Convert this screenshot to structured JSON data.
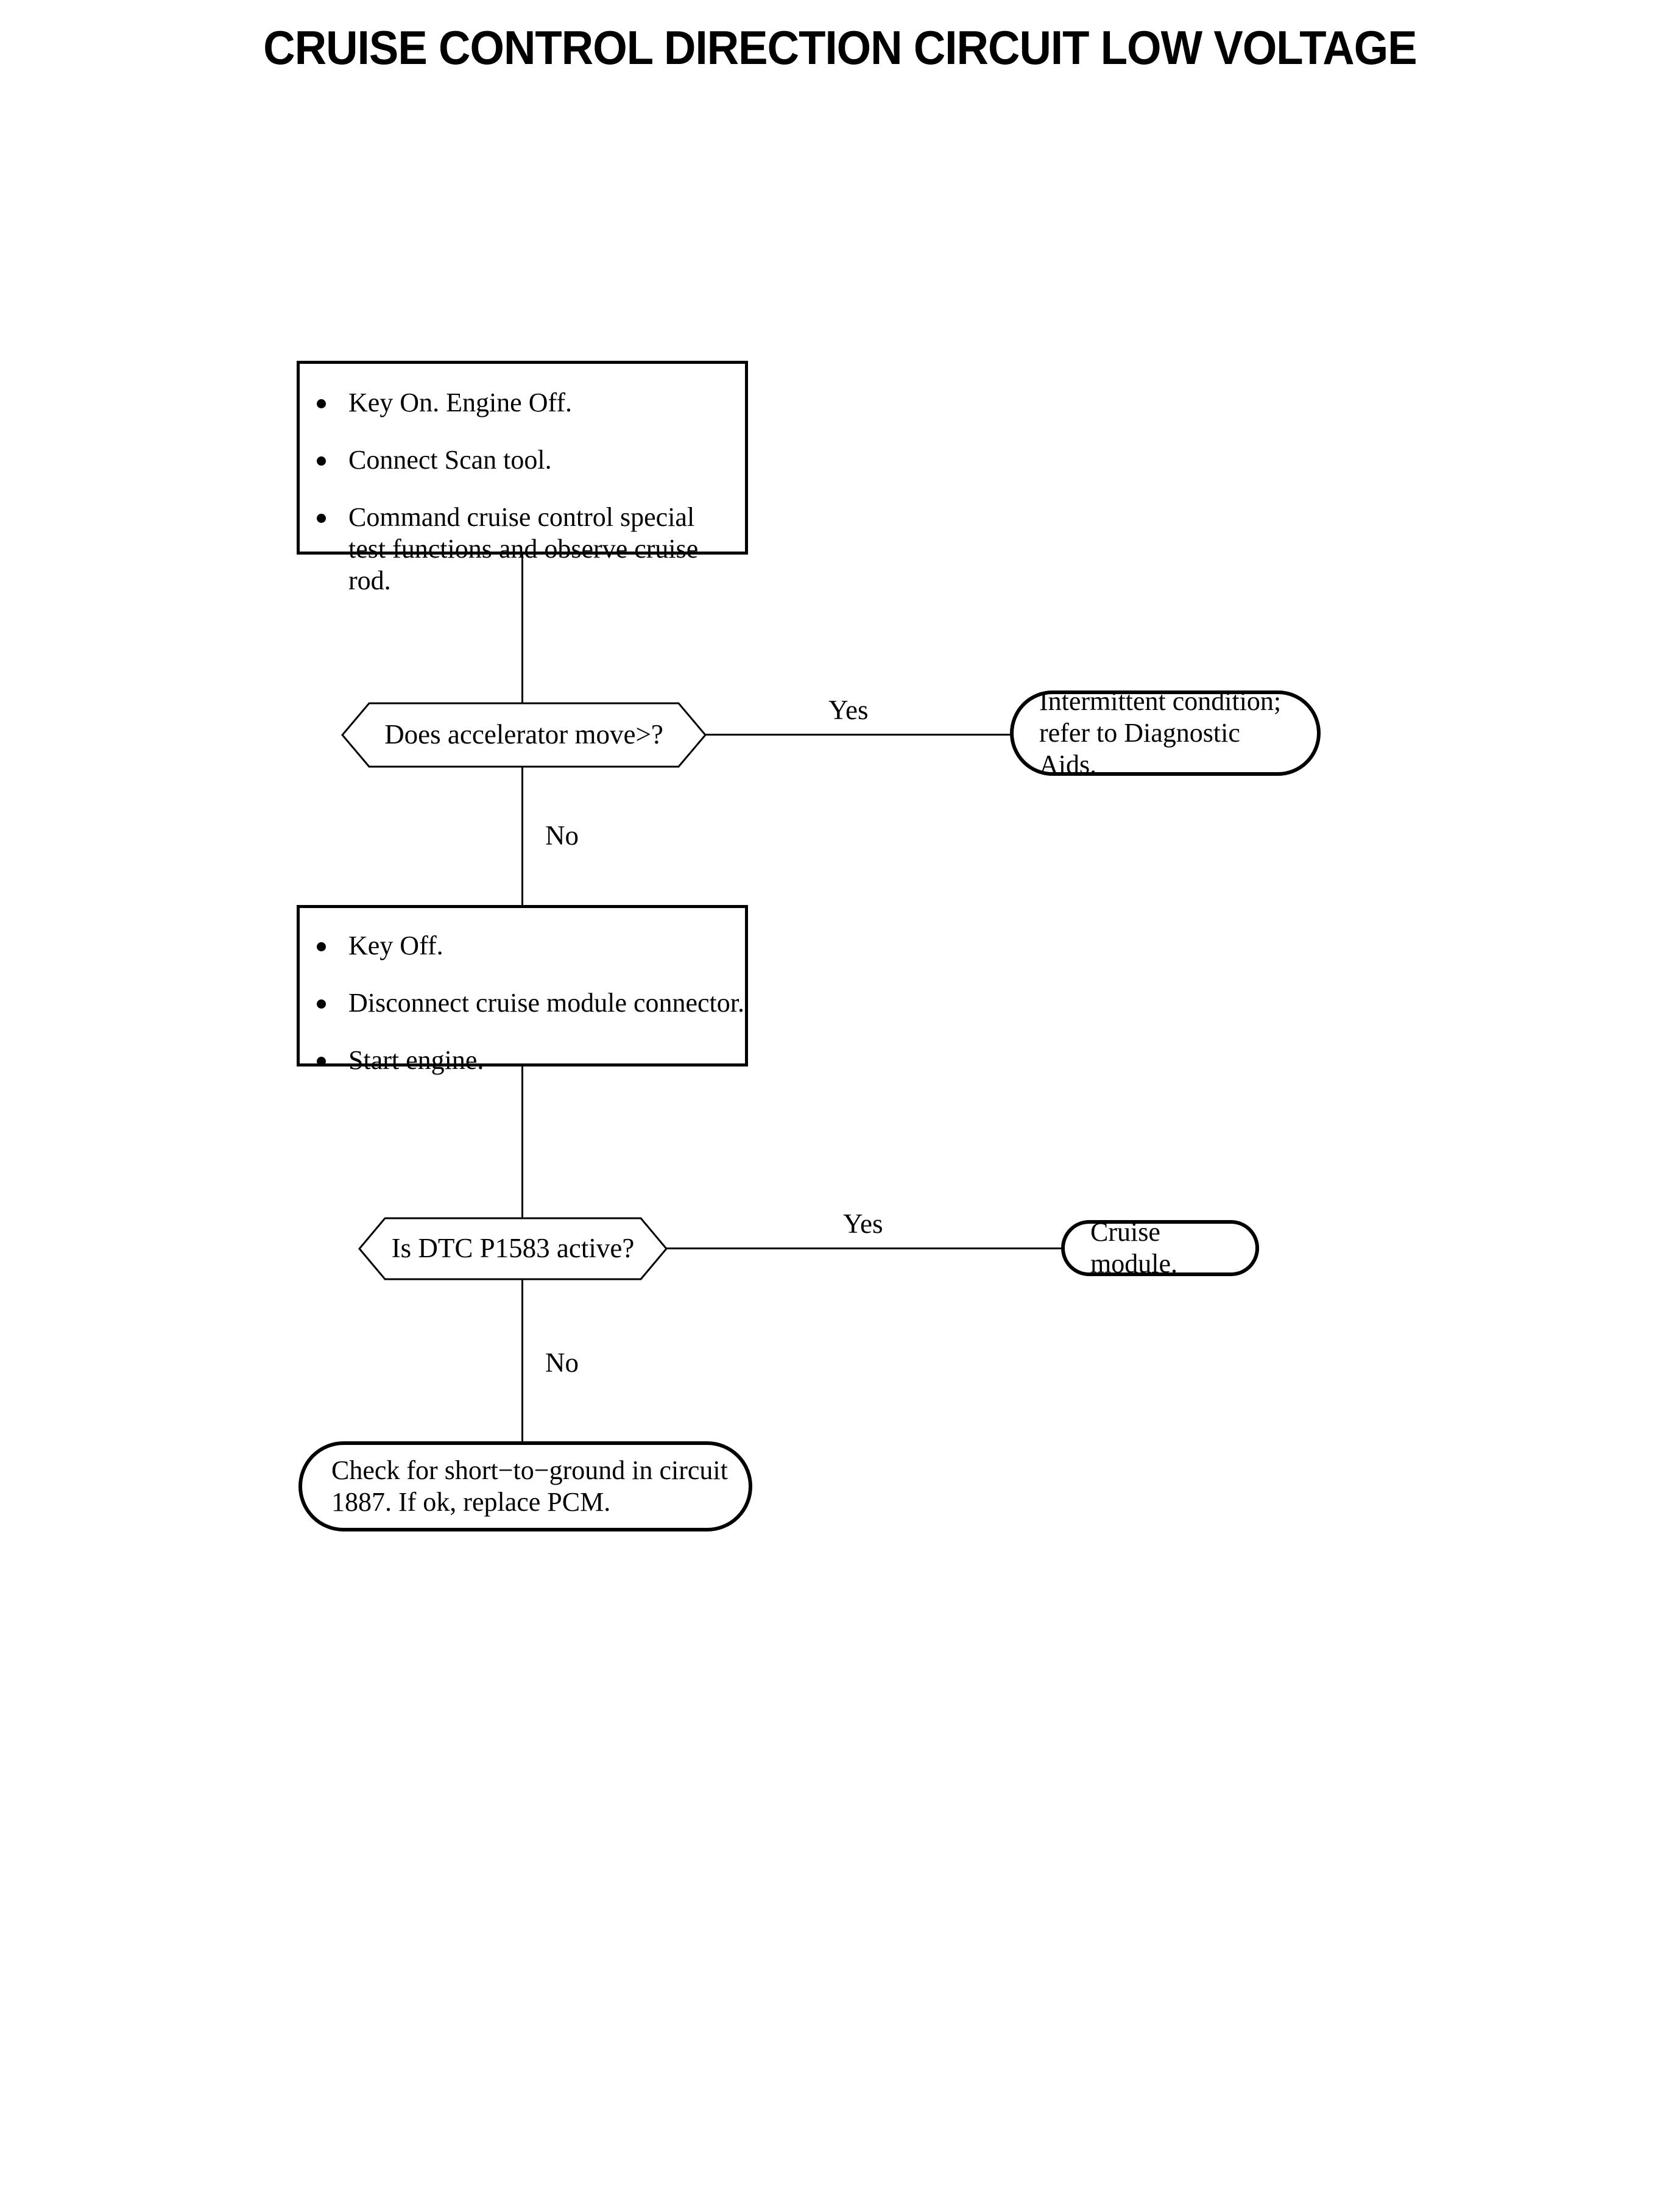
{
  "page": {
    "title": "CRUISE CONTROL DIRECTION CIRCUIT LOW VOLTAGE",
    "background_color": "#ffffff",
    "ink_color": "#000000"
  },
  "flowchart": {
    "type": "diagnostic-flowchart",
    "nodes": [
      {
        "id": "step1",
        "shape": "process",
        "bullets": [
          "Key On. Engine Off.",
          "Connect Scan tool.",
          "Command cruise control special test functions and observe cruise rod."
        ]
      },
      {
        "id": "decision1",
        "shape": "decision-hexagon",
        "text": "Does accelerator move>?"
      },
      {
        "id": "outcome1",
        "shape": "terminator",
        "line1": "Intermittent condition;",
        "line2": "refer to Diagnostic Aids."
      },
      {
        "id": "step2",
        "shape": "process",
        "bullets": [
          "Key Off.",
          "Disconnect cruise module connector.",
          "Start engine."
        ]
      },
      {
        "id": "decision2",
        "shape": "decision-hexagon",
        "text": "Is DTC P1583 active?"
      },
      {
        "id": "outcome2",
        "shape": "terminator",
        "line1": "Cruise module.",
        "line2": ""
      },
      {
        "id": "outcome3",
        "shape": "terminator",
        "line1": "Check for short−to−ground in circuit",
        "line2": "1887. If ok, replace PCM."
      }
    ],
    "edges": [
      {
        "id": "e1",
        "from": "step1",
        "to": "decision1",
        "label": ""
      },
      {
        "id": "e2",
        "from": "decision1",
        "to": "outcome1",
        "label": "Yes"
      },
      {
        "id": "e3",
        "from": "decision1",
        "to": "step2",
        "label": "No"
      },
      {
        "id": "e4",
        "from": "step2",
        "to": "decision2",
        "label": ""
      },
      {
        "id": "e5",
        "from": "decision2",
        "to": "outcome2",
        "label": "Yes"
      },
      {
        "id": "e6",
        "from": "decision2",
        "to": "outcome3",
        "label": "No"
      }
    ]
  }
}
